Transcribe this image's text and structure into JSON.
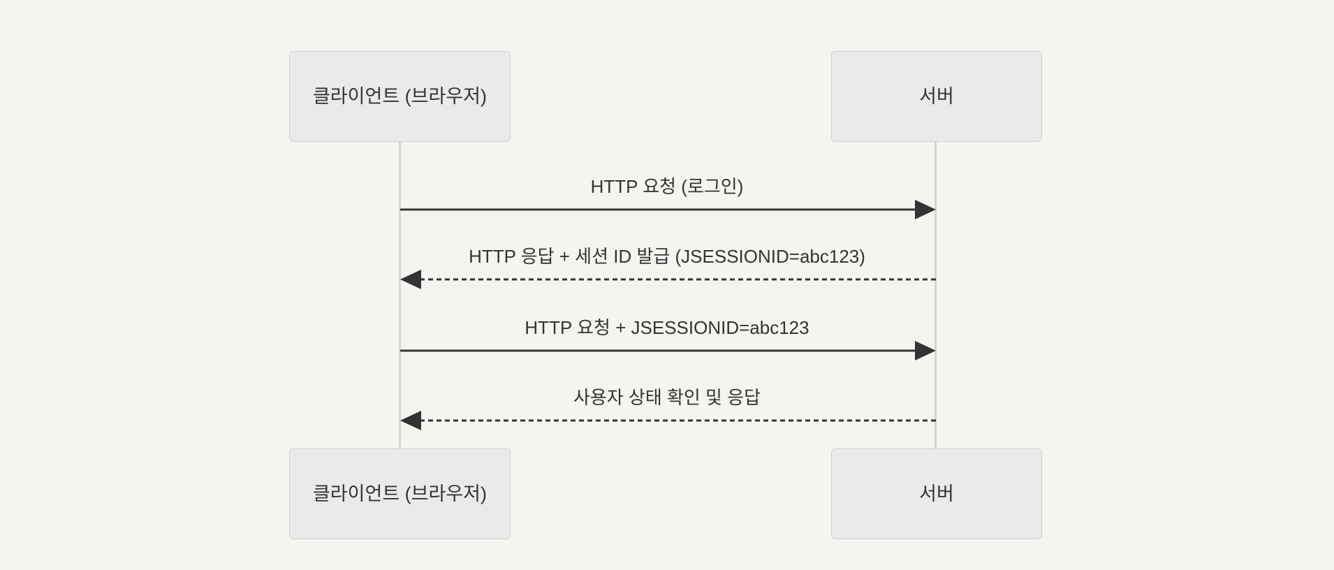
{
  "diagram": {
    "type": "sequence-diagram",
    "background_color": "#f5f4f0",
    "line_color": "#333333",
    "box_fill": "#eaeaea",
    "box_border": "#d0d0d0",
    "lifeline_color": "#d4d4d4",
    "text_color": "#333333",
    "participants": [
      {
        "id": "client",
        "label": "클라이언트 (브라우저)"
      },
      {
        "id": "server",
        "label": "서버"
      }
    ],
    "participants_bottom": [
      {
        "id": "client",
        "label": "클라이언트 (브라우저)"
      },
      {
        "id": "server",
        "label": "서버"
      }
    ],
    "messages": [
      {
        "index": 1,
        "label": "HTTP 요청 (로그인)",
        "from": "client",
        "to": "server",
        "direction": "right",
        "style": "solid"
      },
      {
        "index": 2,
        "label": "HTTP 응답 + 세션 ID 발급 (JSESSIONID=abc123)",
        "from": "server",
        "to": "client",
        "direction": "left",
        "style": "dashed"
      },
      {
        "index": 3,
        "label": "HTTP 요청 + JSESSIONID=abc123",
        "from": "client",
        "to": "server",
        "direction": "right",
        "style": "solid"
      },
      {
        "index": 4,
        "label": "사용자 상태 확인 및 응답",
        "from": "server",
        "to": "client",
        "direction": "left",
        "style": "dashed"
      }
    ]
  }
}
